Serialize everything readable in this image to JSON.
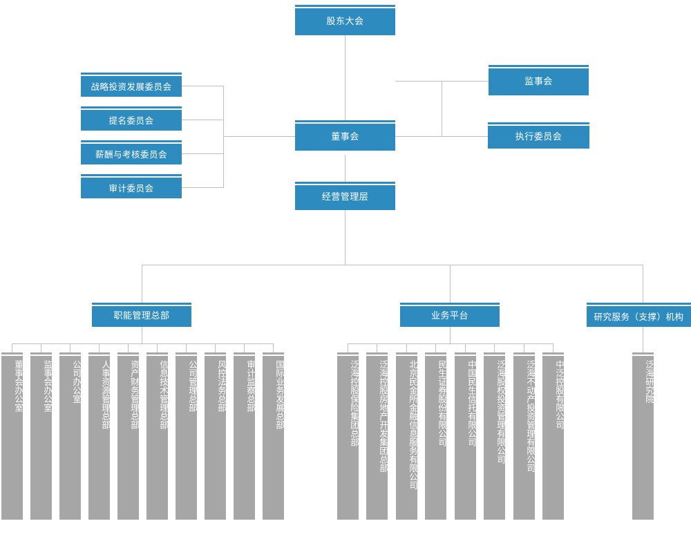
{
  "diagram": {
    "title": "Organization Structure Chart",
    "colors": {
      "blue": "#2e8bc0",
      "gray": "#a6a6a6",
      "line": "#bfbfbf",
      "text": "#ffffff",
      "background": "#ffffff"
    }
  },
  "top": {
    "shareholders_meeting": "股东大会",
    "board_of_directors": "董事会",
    "board_of_supervisors": "监事会",
    "executive_committee": "执行委员会",
    "management_layer": "经营管理层"
  },
  "committees": [
    {
      "label": "战略投资发展委员会"
    },
    {
      "label": "提名委员会"
    },
    {
      "label": "薪酬与考核委员会"
    },
    {
      "label": "审计委员会"
    }
  ],
  "divisions": [
    {
      "label": "职能管理总部"
    },
    {
      "label": "业务平台"
    },
    {
      "label": "研究服务（支撑）机构"
    }
  ],
  "functional_departments": [
    {
      "label": "董事会办公室"
    },
    {
      "label": "监事会办公室"
    },
    {
      "label": "公司办公室"
    },
    {
      "label": "人事资源管理总部"
    },
    {
      "label": "资产财务管理总部"
    },
    {
      "label": "信息技术管理总部"
    },
    {
      "label": "公司管理总部"
    },
    {
      "label": "风控法务总部"
    },
    {
      "label": "审计监察总部"
    },
    {
      "label": "国际业务发展总部"
    }
  ],
  "business_units": [
    {
      "label": "泛海控股保险集团总部"
    },
    {
      "label": "泛海控股房地产开发集团总部"
    },
    {
      "label": "北京民金所金融信息服务有限公司"
    },
    {
      "label": "民生证券股份有限公司"
    },
    {
      "label": "中国民生信托有限公司"
    },
    {
      "label": "泛海股权投资管理有限公司"
    },
    {
      "label": "泛海不动产投资管理有限公司"
    },
    {
      "label": "中泛控股有限公司"
    }
  ],
  "research_units": [
    {
      "label": "泛海研究院"
    }
  ]
}
